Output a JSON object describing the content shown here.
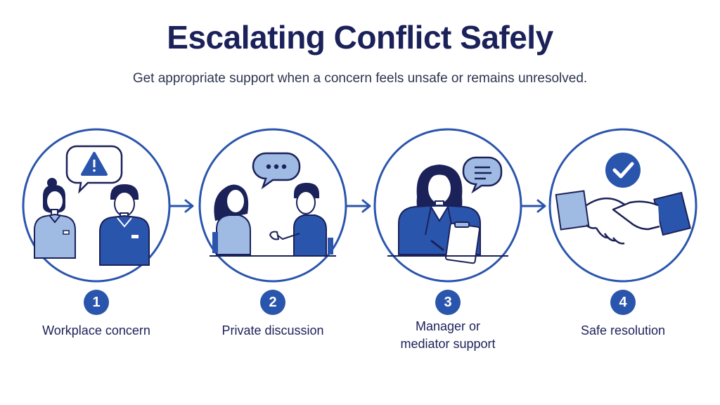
{
  "title": "Escalating Conflict Safely",
  "subtitle": "Get appropriate support when a concern feels unsafe or remains unresolved.",
  "colors": {
    "navy": "#1b2159",
    "blue": "#2a55ad",
    "light_blue": "#9fbae3",
    "circle_border": "#2a55ad"
  },
  "steps": [
    {
      "number": "1",
      "label": "Workplace concern",
      "icon": "warning-speech-bubble-icon"
    },
    {
      "number": "2",
      "label": "Private discussion",
      "icon": "ellipsis-speech-bubble-icon"
    },
    {
      "number": "3",
      "label": "Manager or\nmediator support",
      "icon": "notes-speech-bubble-icon"
    },
    {
      "number": "4",
      "label": "Safe resolution",
      "icon": "checkmark-badge-icon"
    }
  ]
}
